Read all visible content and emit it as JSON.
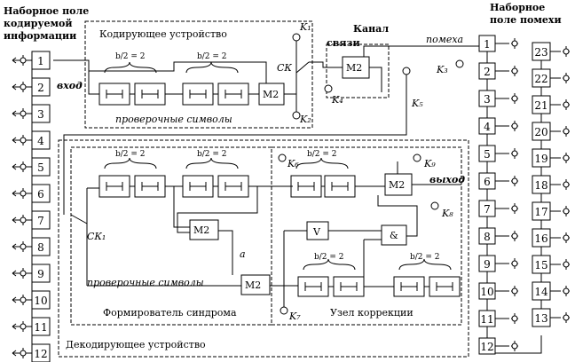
{
  "labels": {
    "panel_info": [
      "Наборное поле",
      "кодируемой",
      "информации"
    ],
    "panel_noise": [
      "Наборное",
      "поле помехи"
    ],
    "encoder": "Кодирующее устройство",
    "decoder": "Декодирующее устройство",
    "channel": [
      "Канал",
      "связи"
    ],
    "noise": "помеха",
    "input": "вход",
    "output": "выход",
    "check_enc": "проверочные символы",
    "check_dec": "проверочные символы",
    "syndrome": "Формирователь синдрома",
    "correction": "Узел коррекции",
    "half": "b/2 = 2",
    "m2": "М2",
    "and": "&",
    "or": "V",
    "a": "a",
    "sk": "СК",
    "sk1": "СК₁"
  },
  "keys": {
    "k1": "K₁",
    "k2": "K₂",
    "k3": "K₃",
    "k4": "K₄",
    "k5": "K₅",
    "k6": "K₆",
    "k7": "K₇",
    "k8": "K₈",
    "k9": "K₉"
  },
  "info_numbers": [
    "1",
    "2",
    "3",
    "4",
    "5",
    "6",
    "7",
    "8",
    "9",
    "10",
    "11",
    "12"
  ],
  "noise_left_numbers": [
    "1",
    "2",
    "3",
    "4",
    "5",
    "6",
    "7",
    "8",
    "9",
    "10",
    "11",
    "12"
  ],
  "noise_right_numbers": [
    "23",
    "22",
    "21",
    "20",
    "19",
    "18",
    "17",
    "16",
    "15",
    "14",
    "13"
  ]
}
